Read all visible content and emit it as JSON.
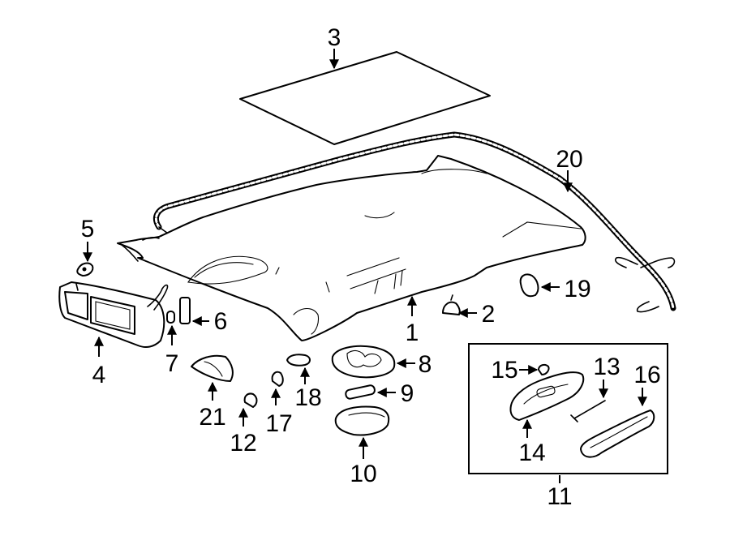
{
  "callouts": {
    "c1": "1",
    "c2": "2",
    "c3": "3",
    "c4": "4",
    "c5": "5",
    "c6": "6",
    "c7": "7",
    "c8": "8",
    "c9": "9",
    "c10": "10",
    "c11": "11",
    "c12": "12",
    "c13": "13",
    "c14": "14",
    "c15": "15",
    "c16": "16",
    "c17": "17",
    "c18": "18",
    "c19": "19",
    "c20": "20",
    "c21": "21"
  },
  "colors": {
    "ink": "#000000",
    "paper": "#ffffff"
  }
}
